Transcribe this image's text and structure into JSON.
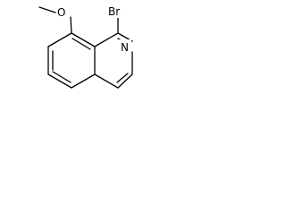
{
  "molecule": {
    "atoms": {
      "oxygen": "O",
      "bromine": "Br",
      "nitrogen": "N"
    },
    "colors": {
      "bond": "#000000",
      "label": "#000000",
      "background": "#ffffff"
    }
  }
}
